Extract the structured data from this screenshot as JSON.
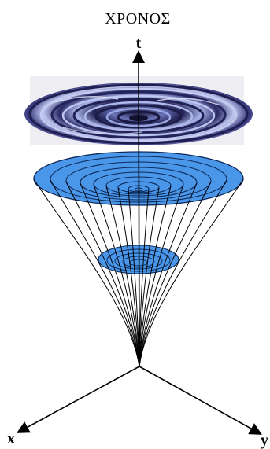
{
  "diagram": {
    "title": "ΧΡΟΝΟΣ",
    "axis_labels": {
      "t": "t",
      "x": "x",
      "y": "y"
    },
    "colors": {
      "disc_fill": "#4a97ea",
      "disc_stroke": "#0d2a5a",
      "ripple_dark": "#1a1a4a",
      "ripple_light": "#b8c3ee",
      "backdrop": "#eeeef2",
      "lines": "#000000"
    },
    "elements": [
      "ripple-surface",
      "light-cone",
      "large-disc",
      "small-disc",
      "time-axis",
      "x-axis",
      "y-axis"
    ]
  }
}
